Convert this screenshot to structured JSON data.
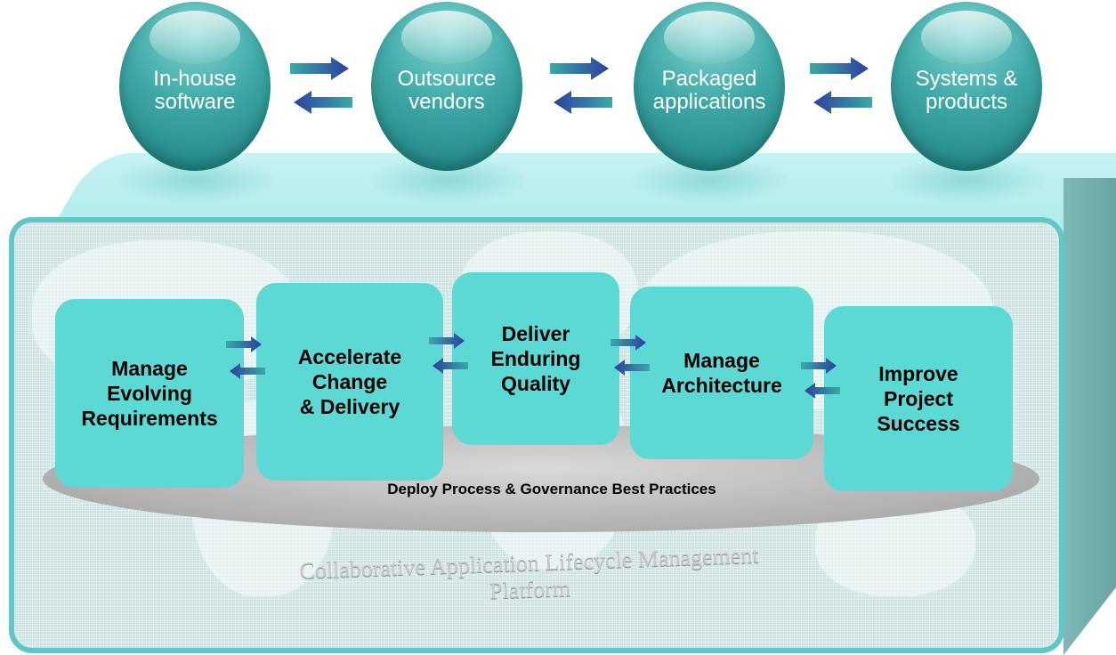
{
  "spheres": [
    {
      "label": "In-house\nsoftware",
      "icon": "sphere"
    },
    {
      "label": "Outsource\nvendors",
      "icon": "sphere"
    },
    {
      "label": "Packaged\napplications",
      "icon": "sphere"
    },
    {
      "label": "Systems &\nproducts",
      "icon": "sphere"
    }
  ],
  "processes": [
    {
      "label": "Manage\nEvolving\nRequirements"
    },
    {
      "label": "Accelerate\nChange\n& Delivery"
    },
    {
      "label": "Deliver\nEnduring\nQuality"
    },
    {
      "label": "Manage\nArchitecture"
    },
    {
      "label": "Improve\nProject\nSuccess"
    }
  ],
  "deploy_label": "Deploy Process & Governance Best Practices",
  "platform_label": "Collaborative Application Lifecycle Management Platform",
  "colors": {
    "sphere": "#3ea8a6",
    "process_box": "#5cd9d4",
    "box_border": "#5fc7c5",
    "arrow_dark": "#2e3f9e",
    "arrow_teal": "#3aa9a6"
  }
}
